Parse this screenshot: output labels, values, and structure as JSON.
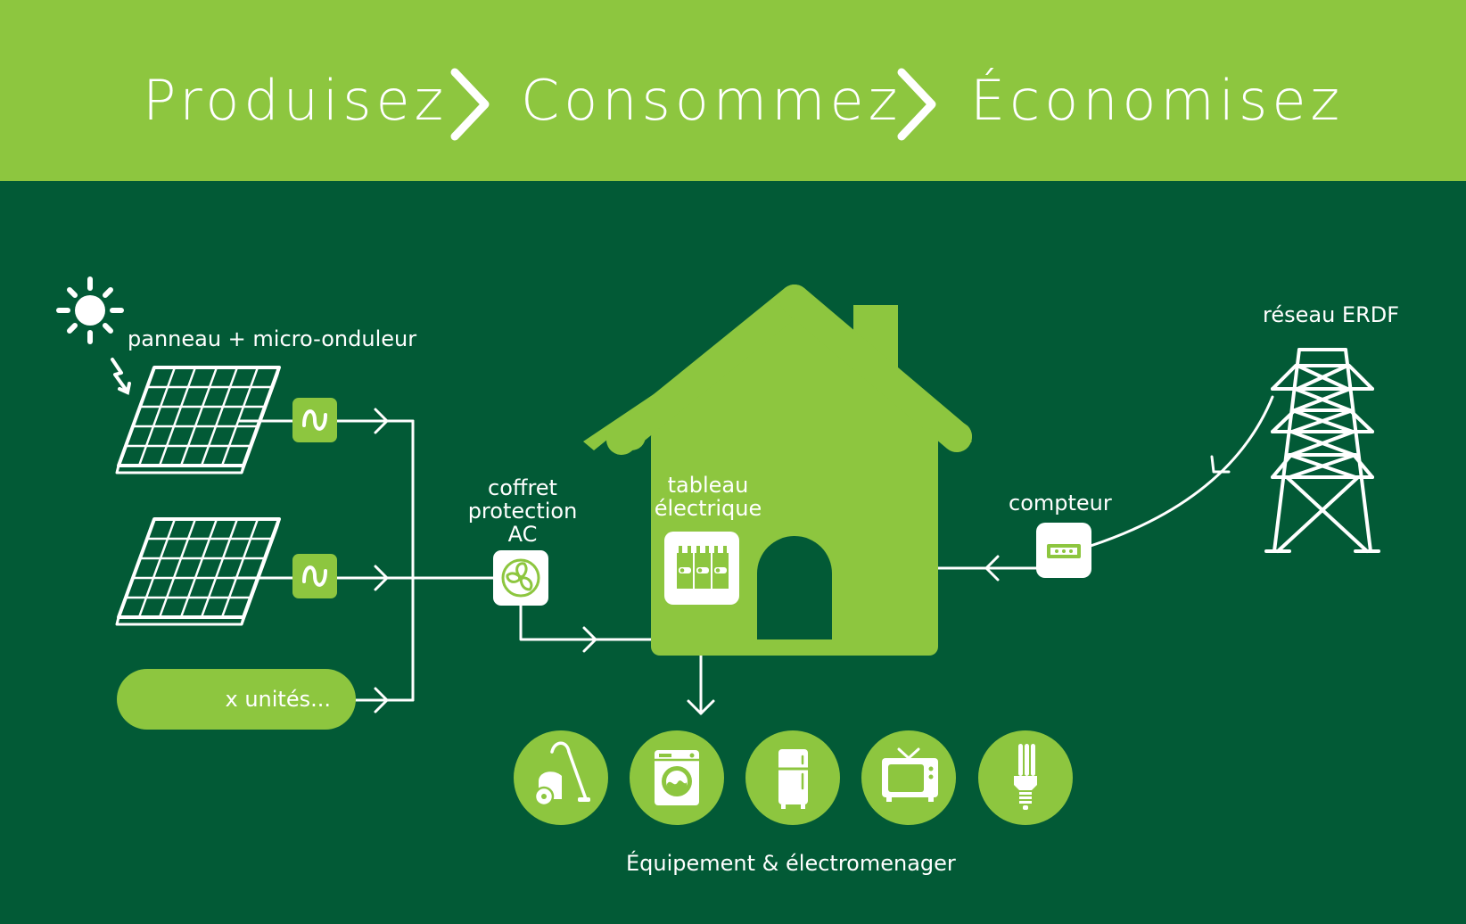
{
  "header": {
    "steps": [
      "Produisez",
      "Consommez",
      "Économisez"
    ],
    "background": "#8dc63f"
  },
  "colors": {
    "background": "#025a36",
    "accent_green": "#8dc63f",
    "line": "#ffffff"
  },
  "labels": {
    "panel": "panneau + micro-onduleur",
    "units": "x unités...",
    "ac_box_line1": "coffret",
    "ac_box_line2": "protection",
    "ac_box_line3": "AC",
    "board_line1": "tableau",
    "board_line2": "électrique",
    "meter": "compteur",
    "grid": "réseau ERDF",
    "appliances": "Équipement & électromenager"
  },
  "icons": {
    "sun": "sun-icon",
    "solar_panel": "solar-panel-icon",
    "inverter": "sine-wave-icon",
    "ac_box": "fan-icon",
    "board": "circuit-breaker-icon",
    "meter": "meter-icon",
    "pylon": "power-pylon-icon",
    "appliances": [
      "vacuum-cleaner-icon",
      "washing-machine-icon",
      "fridge-icon",
      "tv-icon",
      "light-bulb-icon"
    ]
  }
}
